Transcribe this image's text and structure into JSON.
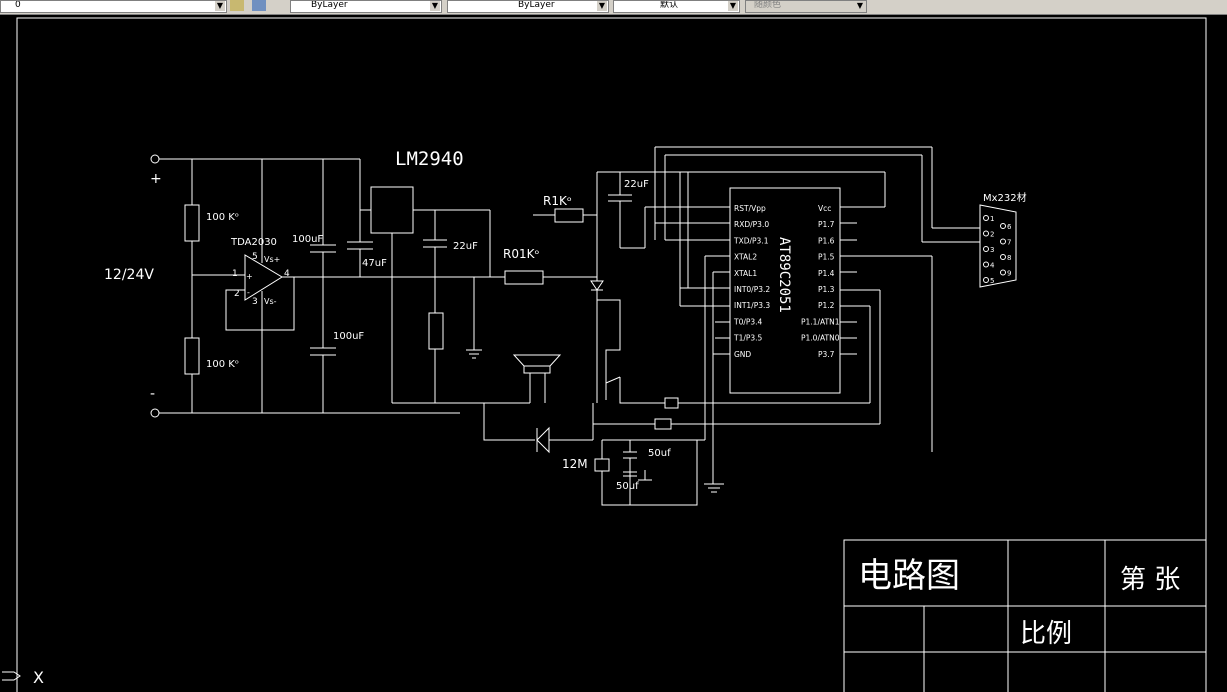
{
  "toolbar": {
    "layer_combo": "0",
    "color_combo": "ByLayer",
    "linetype_combo": "ByLayer",
    "lineweight_combo": "默认",
    "plotstyle_combo": "随颜色"
  },
  "drawing": {
    "regulator_label": "LM2940",
    "amp_label": "TDA2030",
    "supply_label": "12/24V",
    "plus_sign": "+",
    "minus_sign": "-",
    "r_top": "100 Kᵒ",
    "r_bottom": "100 Kᵒ",
    "c_100uf_1": "100uF",
    "c_47uf": "47uF",
    "c_100uf_2": "100uF",
    "c_22uf_1": "22uF",
    "c_22uf_2": "22uF",
    "r1k": "R1Kᵒ",
    "r01k": "R01Kᵒ",
    "crystal": "12M",
    "c_50uf_1": "50uf",
    "c_50uf_2": "50uf",
    "mcu_label": "AT89C2051",
    "connector_label": "Mx232材",
    "amp_pins": {
      "vplus": "Vs+",
      "vminus": "Vs-",
      "p1": "1",
      "p2": "2",
      "p3": "3",
      "p4": "4",
      "p5": "5",
      "plus": "+",
      "minus": "-"
    },
    "mcu_left_pins": [
      "RST/Vpp",
      "RXD/P3.0",
      "TXD/P3.1",
      "XTAL2",
      "XTAL1",
      "INT0/P3.2",
      "INT1/P3.3",
      "T0/P3.4",
      "T1/P3.5",
      "GND"
    ],
    "mcu_right_pins": [
      "Vcc",
      "P1.7",
      "P1.6",
      "P1.5",
      "P1.4",
      "P1.3",
      "P1.2",
      "P1.1/ATN1",
      "P1.0/ATN0",
      "P3.7"
    ],
    "connector_pins": [
      "1",
      "6",
      "2",
      "7",
      "3",
      "8",
      "4",
      "9",
      "5"
    ],
    "axis_x": "X"
  },
  "title_block": {
    "title": "电路图",
    "sheet": "第    张",
    "scale": "比例"
  }
}
